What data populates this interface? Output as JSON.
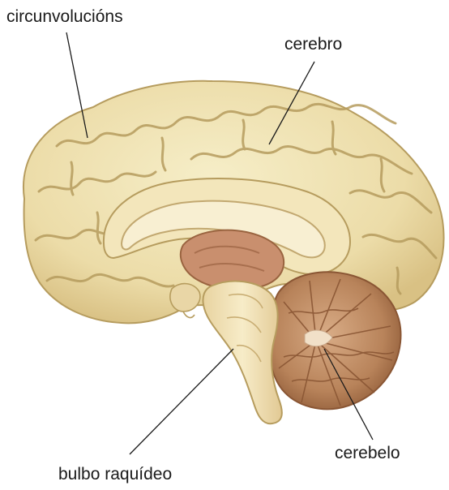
{
  "labels": {
    "circunvolucions": "circunvolucións",
    "cerebro": "cerebro",
    "cerebelo": "cerebelo",
    "bulbo": "bulbo raquídeo"
  },
  "colors": {
    "cortex_light": "#f1e6b8",
    "cortex_mid": "#e4d29a",
    "sulcus": "#b69c5e",
    "inner_light": "#f6ecc8",
    "thalamus": "#c98f6e",
    "cerebellum": "#b8835a",
    "cerebellum_dark": "#9a6440",
    "brainstem": "#f0dfb2",
    "leader_line": "#1a1a1a"
  }
}
